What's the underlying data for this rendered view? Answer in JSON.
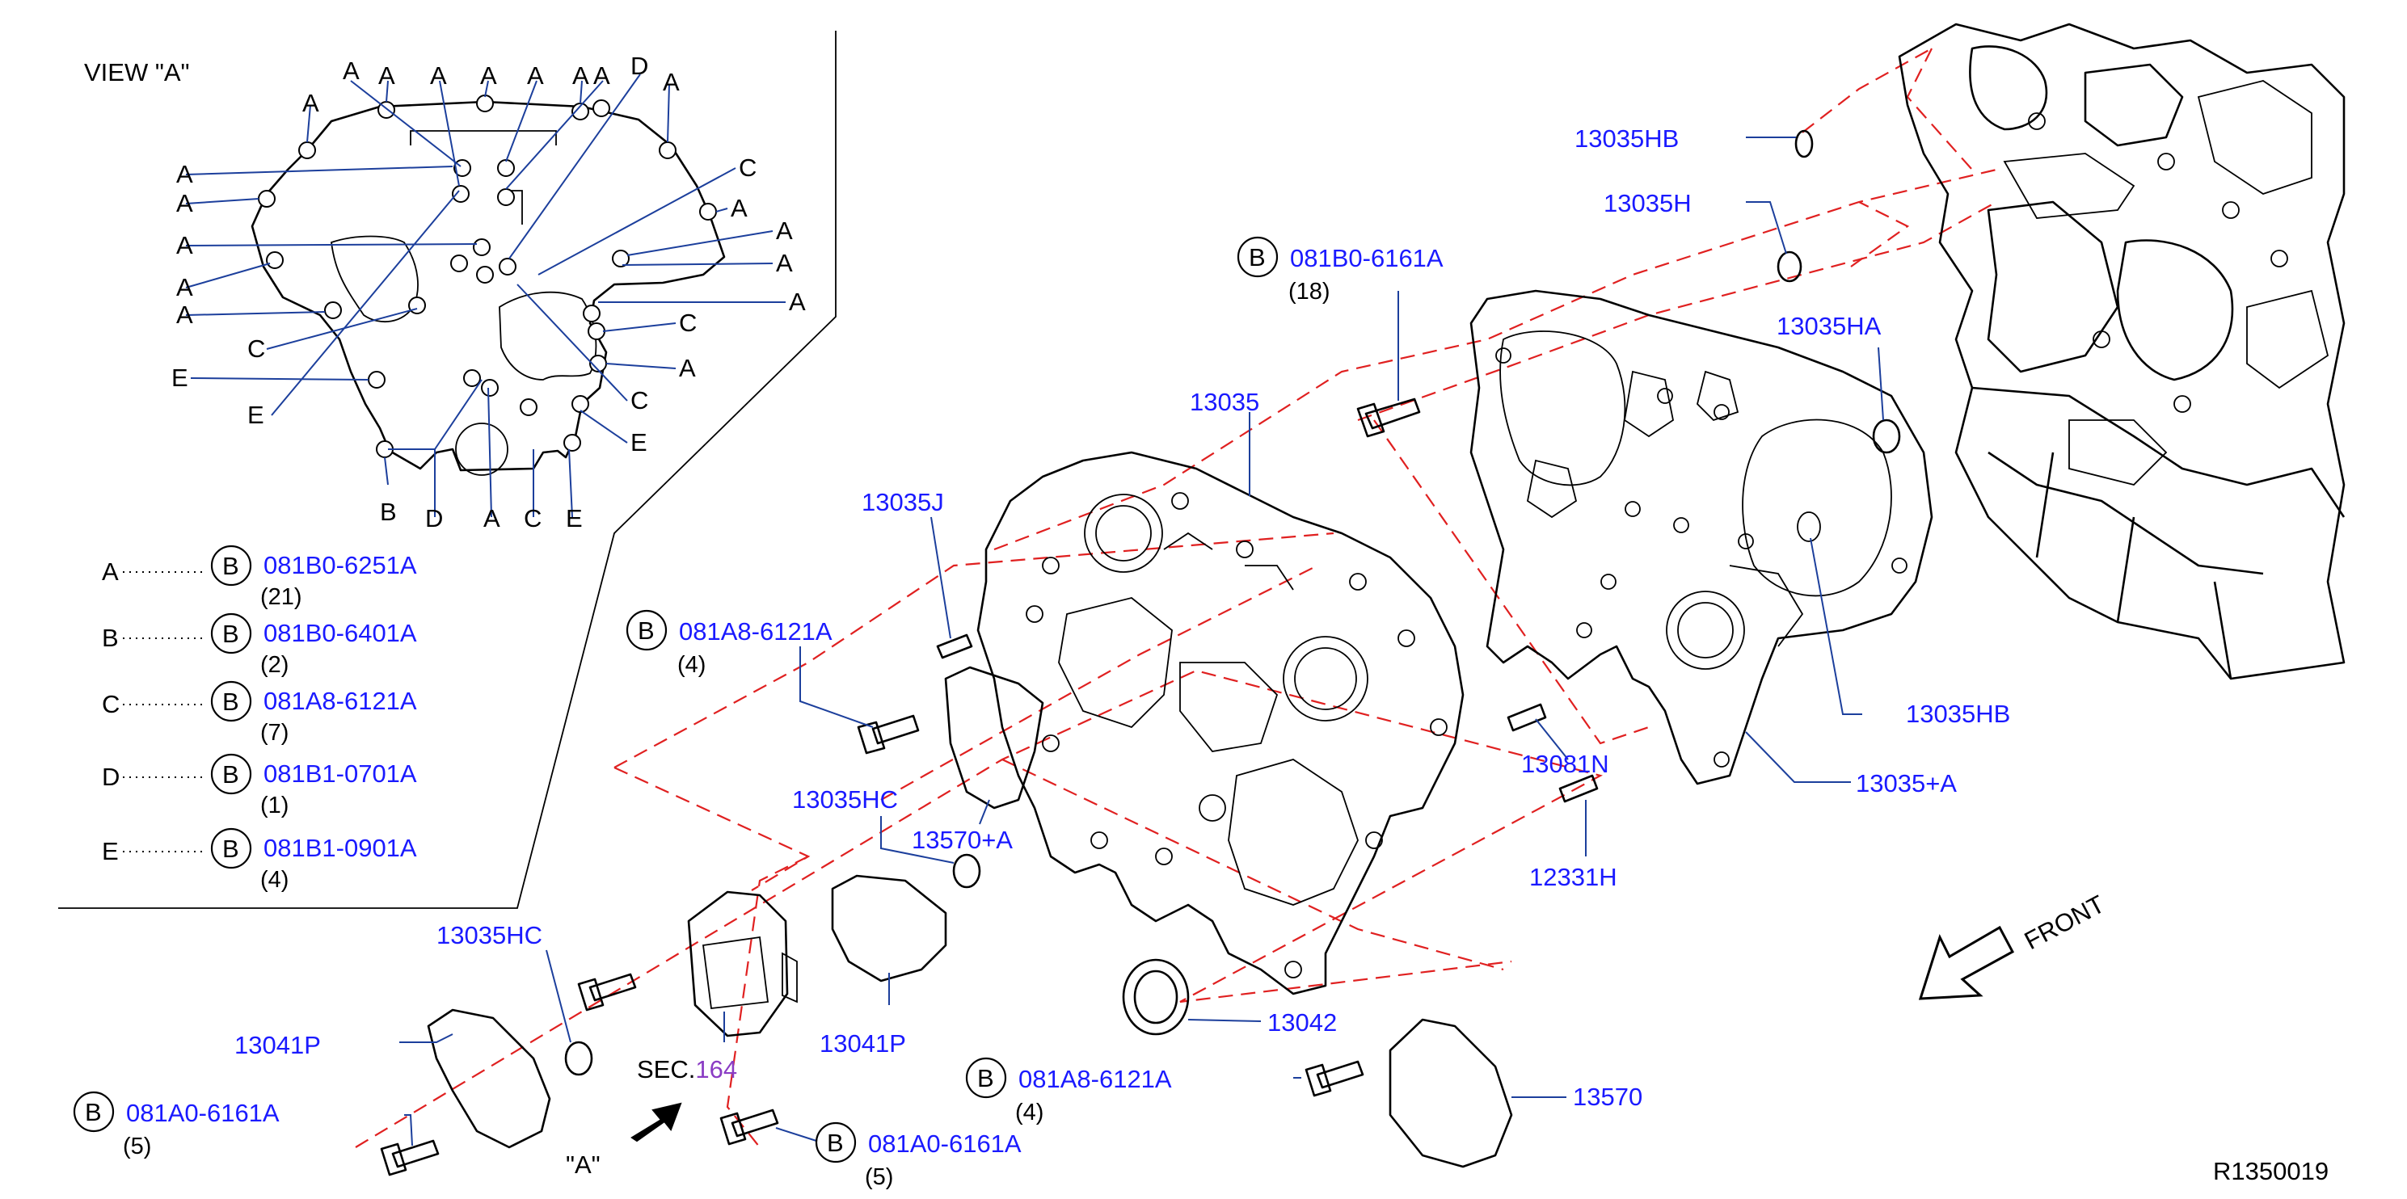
{
  "view": {
    "title": "VIEW \"A\"",
    "letters_top": [
      "A",
      "A",
      "A",
      "A",
      "A",
      "A",
      "A",
      "D",
      "A"
    ],
    "letters_left": [
      "A",
      "A",
      "A",
      "A",
      "A",
      "A"
    ],
    "letters_right": [
      "C",
      "A",
      "A",
      "A",
      "A",
      "C",
      "A",
      "C",
      "E"
    ],
    "letters_inner_left": [
      "C",
      "E",
      "E"
    ],
    "letters_bottom": [
      "B",
      "D",
      "A",
      "C",
      "E"
    ]
  },
  "legend": [
    {
      "key": "A",
      "b": "B",
      "part": "081B0-6251A",
      "qty": "(21)"
    },
    {
      "key": "B",
      "b": "B",
      "part": "081B0-6401A",
      "qty": "(2)"
    },
    {
      "key": "C",
      "b": "B",
      "part": "081A8-6121A",
      "qty": "(7)"
    },
    {
      "key": "D",
      "b": "B",
      "part": "081B1-0701A",
      "qty": "(1)"
    },
    {
      "key": "E",
      "b": "B",
      "part": "081B1-0901A",
      "qty": "(4)"
    }
  ],
  "callouts": {
    "c13035HB_top": "13035HB",
    "c13035H": "13035H",
    "c081B0_6161A": "081B0-6161A",
    "c081B0_6161A_qty": "(18)",
    "c13035HA": "13035HA",
    "c13035": "13035",
    "c13035J": "13035J",
    "c081A8_6121A_a": "081A8-6121A",
    "c081A8_6121A_a_qty": "(4)",
    "c13035HB_right": "13035HB",
    "c13035_plus_A": "13035+A",
    "c13081N": "13081N",
    "c12331H": "12331H",
    "c13035HC_mid": "13035HC",
    "c13570_plus_A": "13570+A",
    "c13035HC_left": "13035HC",
    "c13041P_left": "13041P",
    "c13041P_mid": "13041P",
    "c081A0_6161A_left": "081A0-6161A",
    "c081A0_6161A_left_qty": "(5)",
    "c081A0_6161A_mid": "081A0-6161A",
    "c081A0_6161A_mid_qty": "(5)",
    "c13042": "13042",
    "c081A8_6121A_b": "081A8-6121A",
    "c081A8_6121A_b_qty": "(4)",
    "c13570": "13570",
    "sec_prefix": "SEC.",
    "sec_num": "164",
    "view_a": "\"A\"",
    "front": "FRONT",
    "b_symbol": "B"
  },
  "ref": "R1350019",
  "colors": {
    "part_number": "#1a1aff",
    "leader": "#1c3f9c",
    "phantom": "#e02020",
    "sec_number": "#8a3cc4"
  }
}
